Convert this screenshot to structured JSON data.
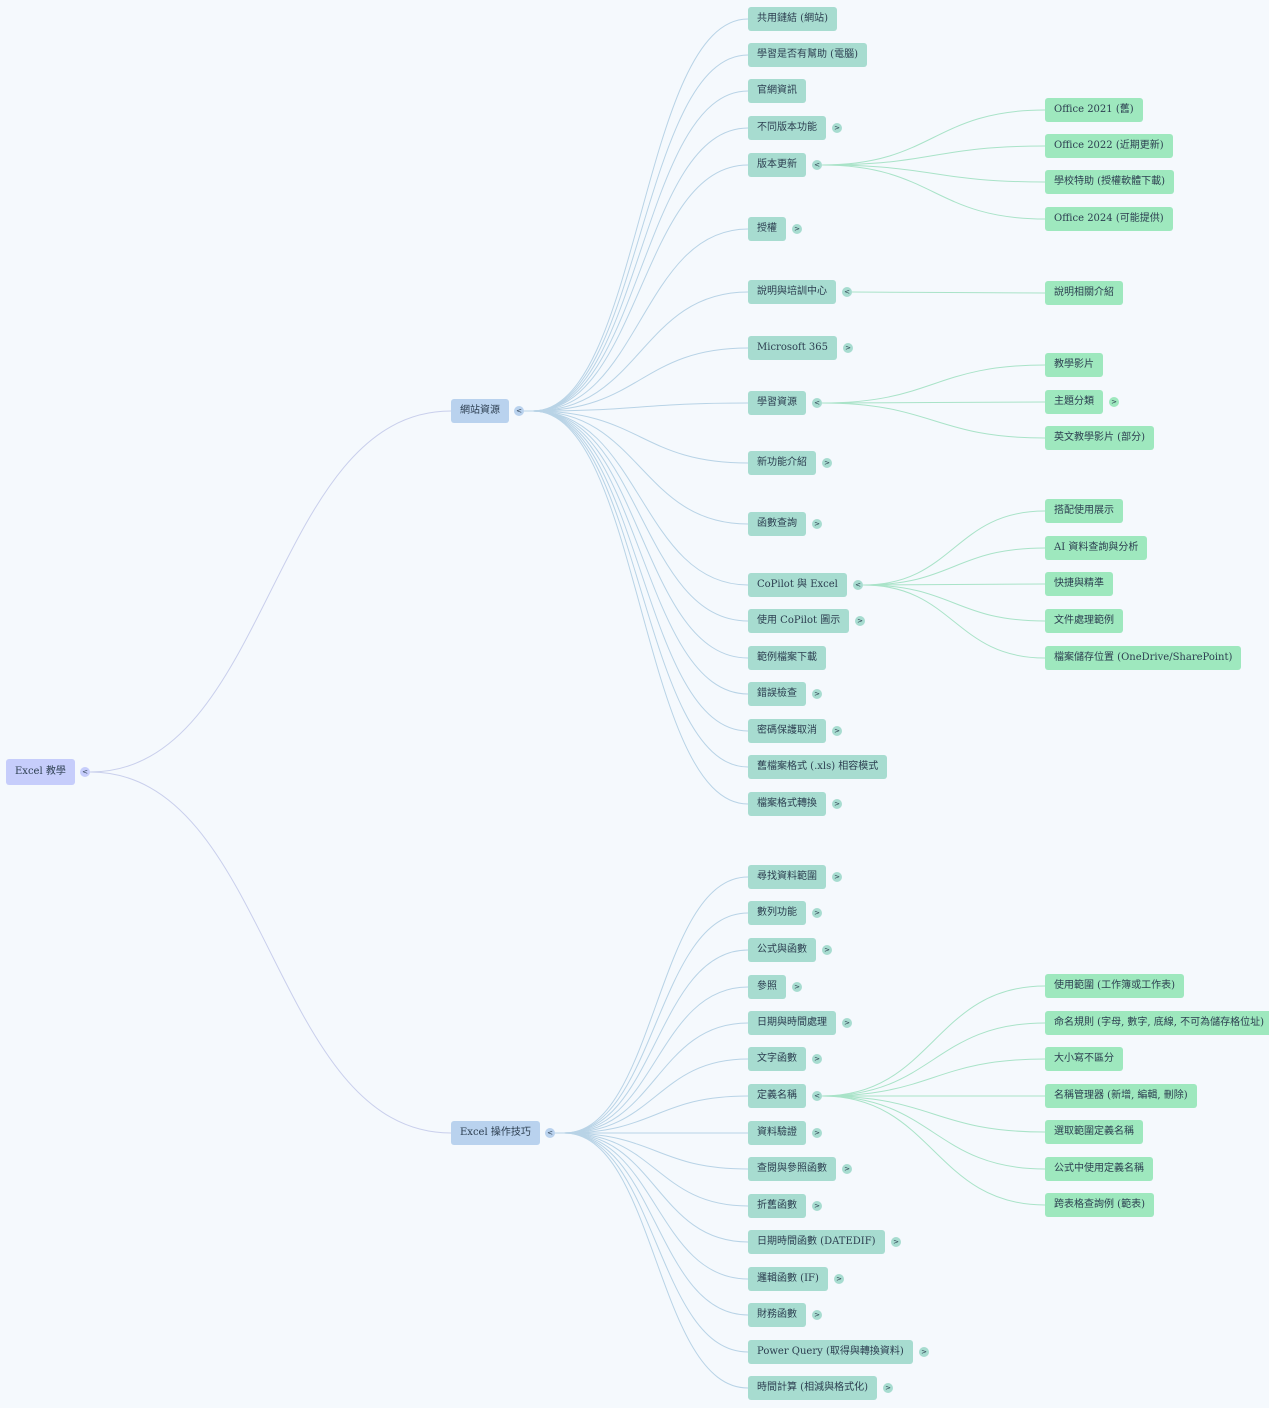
{
  "root": {
    "label": "Excel 教學",
    "toggle": "<",
    "children": [
      {
        "label": "網站資源",
        "toggle": "<",
        "children": [
          {
            "label": "共用鏈結 (網站)"
          },
          {
            "label": "學習是否有幫助 (電腦)"
          },
          {
            "label": "官網資訊"
          },
          {
            "label": "不同版本功能",
            "toggle": ">"
          },
          {
            "label": "版本更新",
            "toggle": "<",
            "children": [
              {
                "label": "Office 2021 (舊)"
              },
              {
                "label": "Office 2022 (近期更新)"
              },
              {
                "label": "學校特助 (授權軟體下載)"
              },
              {
                "label": "Office 2024 (可能提供)"
              }
            ]
          },
          {
            "label": "授權",
            "toggle": ">"
          },
          {
            "label": "說明與培訓中心",
            "toggle": "<",
            "children": [
              {
                "label": "說明相關介紹"
              }
            ]
          },
          {
            "label": "Microsoft 365",
            "toggle": ">"
          },
          {
            "label": "學習資源",
            "toggle": "<",
            "children": [
              {
                "label": "教學影片"
              },
              {
                "label": "主題分類",
                "toggle": ">"
              },
              {
                "label": "英文教學影片 (部分)"
              }
            ]
          },
          {
            "label": "新功能介紹",
            "toggle": ">"
          },
          {
            "label": "函數查詢",
            "toggle": ">"
          },
          {
            "label": "CoPilot 與 Excel",
            "toggle": "<",
            "children": [
              {
                "label": "搭配使用展示"
              },
              {
                "label": "AI 資料查詢與分析"
              },
              {
                "label": "快捷與精準"
              },
              {
                "label": "文件處理範例"
              },
              {
                "label": "檔案儲存位置 (OneDrive/SharePoint)"
              }
            ]
          },
          {
            "label": "使用 CoPilot 圖示",
            "toggle": ">"
          },
          {
            "label": "範例檔案下載"
          },
          {
            "label": "錯誤檢查",
            "toggle": ">"
          },
          {
            "label": "密碼保護取消",
            "toggle": ">"
          },
          {
            "label": "舊檔案格式 (.xls) 相容模式"
          },
          {
            "label": "檔案格式轉換",
            "toggle": ">"
          }
        ]
      },
      {
        "label": "Excel 操作技巧",
        "toggle": "<",
        "children": [
          {
            "label": "尋找資料範圍",
            "toggle": ">"
          },
          {
            "label": "數列功能",
            "toggle": ">"
          },
          {
            "label": "公式與函數",
            "toggle": ">"
          },
          {
            "label": "參照",
            "toggle": ">"
          },
          {
            "label": "日期與時間處理",
            "toggle": ">"
          },
          {
            "label": "文字函數",
            "toggle": ">"
          },
          {
            "label": "定義名稱",
            "toggle": "<",
            "children": [
              {
                "label": "使用範圍 (工作簿或工作表)"
              },
              {
                "label": "命名規則 (字母, 數字, 底線, 不可為儲存格位址)"
              },
              {
                "label": "大小寫不區分"
              },
              {
                "label": "名稱管理器 (新增, 編輯, 刪除)"
              },
              {
                "label": "選取範圍定義名稱"
              },
              {
                "label": "公式中使用定義名稱"
              },
              {
                "label": "跨表格查詢例 (範表)"
              }
            ]
          },
          {
            "label": "資料驗證",
            "toggle": ">"
          },
          {
            "label": "查閱與參照函數",
            "toggle": ">"
          },
          {
            "label": "折舊函數",
            "toggle": ">"
          },
          {
            "label": "日期時間函數 (DATEDIF)",
            "toggle": ">"
          },
          {
            "label": "邏輯函數 (IF)",
            "toggle": ">"
          },
          {
            "label": "財務函數",
            "toggle": ">"
          },
          {
            "label": "Power Query (取得與轉換資料)",
            "toggle": ">"
          },
          {
            "label": "時間計算 (相減與格式化)",
            "toggle": ">"
          }
        ]
      }
    ]
  },
  "colors": {
    "background": "#f5f9fd",
    "root_fill": "#c6cdfb",
    "level1_fill": "#b9d2ee",
    "level2_fill": "#a7dcd0",
    "level3_fill": "#9ee8be",
    "link_root": "#c9cfec",
    "link_level1": "#b8d3e6",
    "link_level2": "#a9e3c8"
  }
}
